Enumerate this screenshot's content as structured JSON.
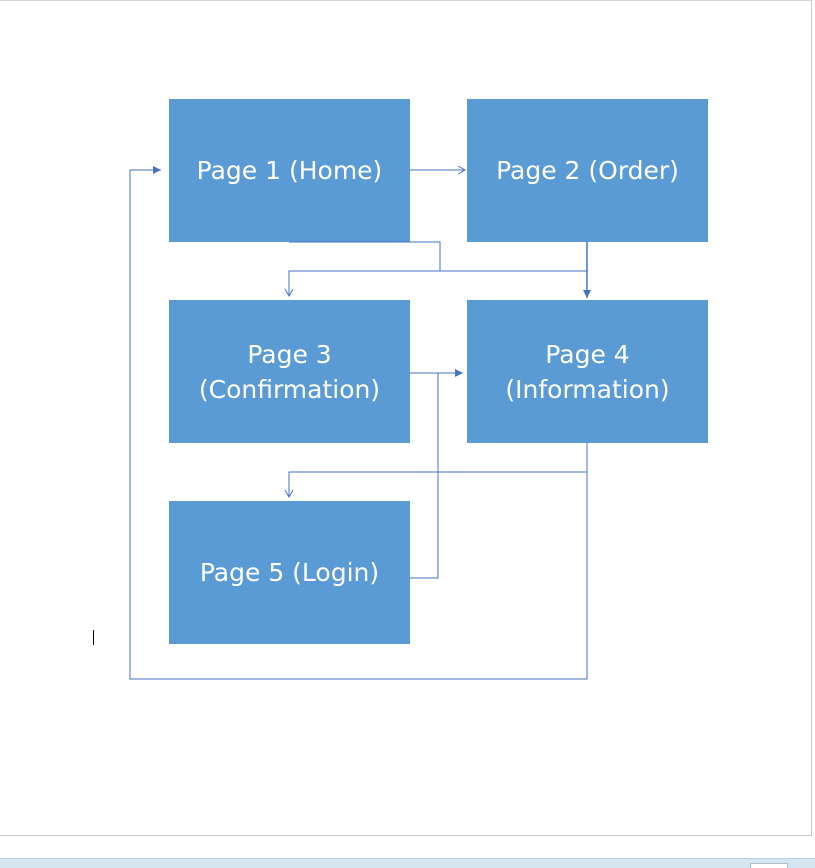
{
  "diagram": {
    "nodes": [
      {
        "id": "node-1",
        "label": "Page 1 (Home)"
      },
      {
        "id": "node-2",
        "label": "Page 2 (Order)"
      },
      {
        "id": "node-3",
        "label": "Page 3\n(Confirmation)"
      },
      {
        "id": "node-4",
        "label": "Page 4\n(Information)"
      },
      {
        "id": "node-5",
        "label": "Page 5 (Login)"
      }
    ],
    "edges": [
      {
        "from": "Page 1 (Home)",
        "to": "Page 2 (Order)"
      },
      {
        "from": "Page 1 (Home)",
        "to": "Page 4\n(Information)"
      },
      {
        "from": "Page 2 (Order)",
        "to": "Page 4\n(Information)"
      },
      {
        "from": "Page 2 (Order)",
        "to": "Page 3\n(Confirmation)"
      },
      {
        "from": "Page 3\n(Confirmation)",
        "to": "Page 4\n(Information)"
      },
      {
        "from": "Page 4\n(Information)",
        "to": "Page 5 (Login)"
      },
      {
        "from": "Page 4\n(Information)",
        "to": "Page 1 (Home)"
      },
      {
        "from": "Page 5 (Login)",
        "to": "Page 4\n(Information)"
      }
    ],
    "colors": {
      "node_fill": "#5b9bd5",
      "node_text": "#ffffff",
      "connector": "#4472c4"
    }
  }
}
